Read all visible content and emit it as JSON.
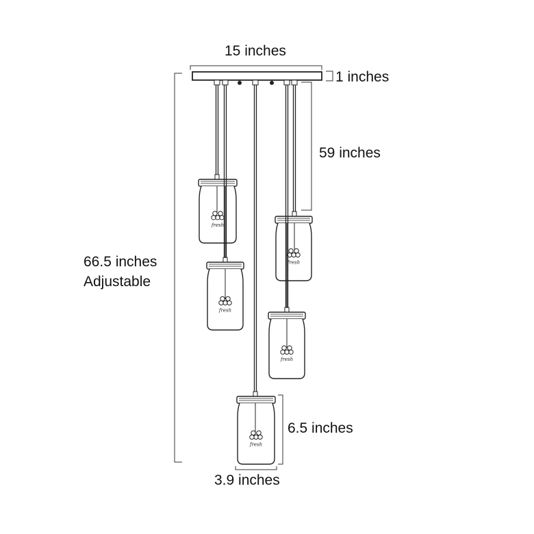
{
  "dimensions": {
    "width": "15 inches",
    "canopy_height": "1 inches",
    "cord_length": "59 inches",
    "overall_height": "66.5 inches",
    "overall_note": "Adjustable",
    "jar_height": "6.5 inches",
    "jar_width": "3.9 inches"
  },
  "jar_label_text": "fresh",
  "colors": {
    "line": "#222222",
    "dim": "#333333"
  }
}
